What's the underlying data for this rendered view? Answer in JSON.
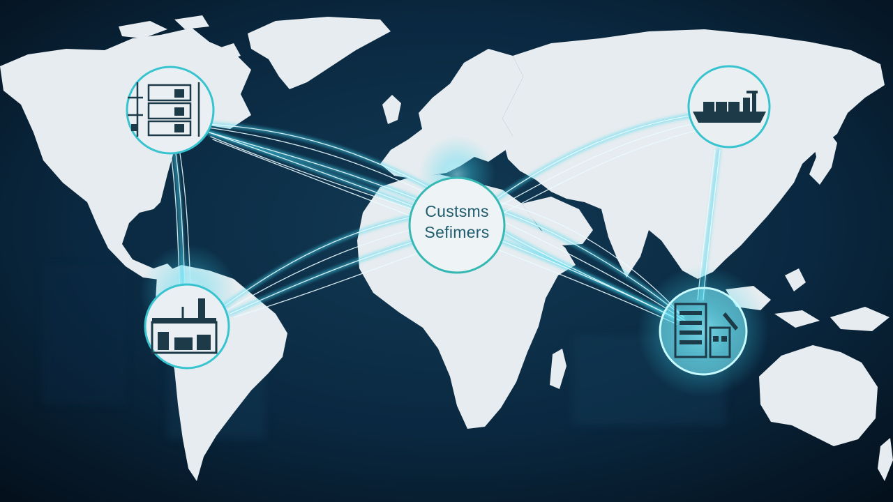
{
  "hub": {
    "line1": "Custsms",
    "line2": "Sefimers"
  },
  "colors": {
    "background": "#061827",
    "land": "#e6ecef",
    "route_glow": "#3fd7f0",
    "route_line": "#e9fbff",
    "badge_ring": "#37c3cf",
    "hub_ring": "#35b8b4",
    "icon_ink": "#1c3a48"
  },
  "badges": [
    {
      "name": "north-america-warehouse-badge",
      "icon": "warehouse-shelves-icon"
    },
    {
      "name": "east-asia-cargo-ship-badge",
      "icon": "cargo-ship-icon"
    },
    {
      "name": "south-america-factory-badge",
      "icon": "factory-icon"
    },
    {
      "name": "southeast-asia-facility-badge",
      "icon": "glowing-facility-icon"
    }
  ],
  "hub_icon": "customs-hub-icon"
}
